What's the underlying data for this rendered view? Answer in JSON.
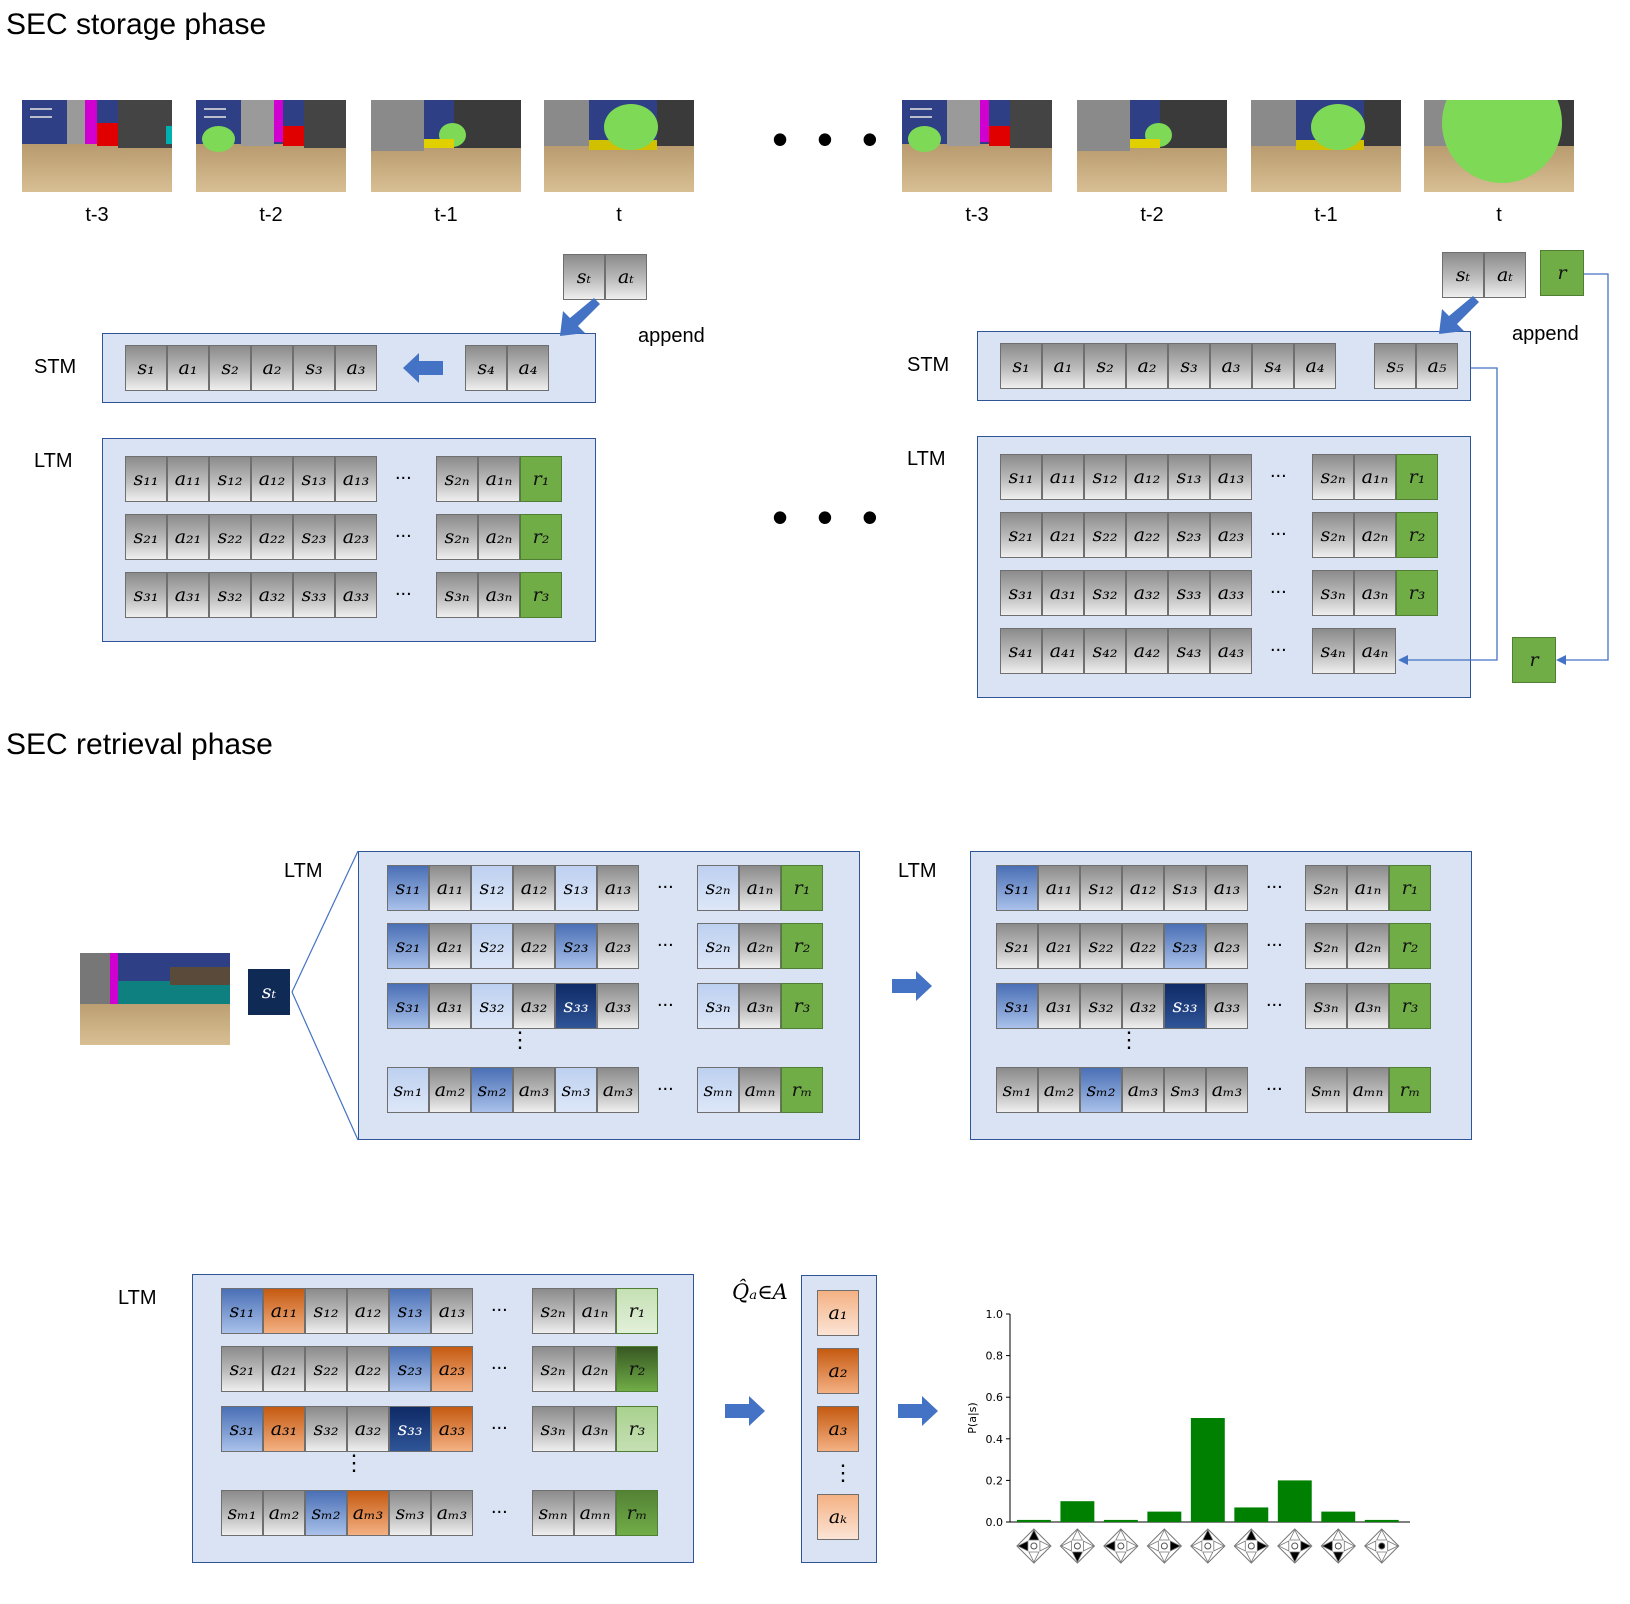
{
  "storage": {
    "title": "SEC storage phase",
    "frames_left": [
      "t-3",
      "t-2",
      "t-1",
      "t"
    ],
    "frames_right": [
      "t-3",
      "t-2",
      "t-1",
      "t"
    ],
    "ellipsis": "• • •",
    "append": "append",
    "stm": "STM",
    "ltm": "LTM",
    "r": "r",
    "st": "sₜ",
    "at": "aₜ",
    "stm_left": [
      "s₁",
      "a₁",
      "s₂",
      "a₂",
      "s₃",
      "a₃"
    ],
    "stm_left_new": [
      "s₄",
      "a₄"
    ],
    "stm_right": [
      "s₁",
      "a₁",
      "s₂",
      "a₂",
      "s₃",
      "a₃",
      "s₄",
      "a₄"
    ],
    "stm_right_new": [
      "s₅",
      "a₅"
    ],
    "ltm_rows": [
      [
        "s₁₁",
        "a₁₁",
        "s₁₂",
        "a₁₂",
        "s₁₃",
        "a₁₃",
        "s₂ₙ",
        "a₁ₙ",
        "r₁"
      ],
      [
        "s₂₁",
        "a₂₁",
        "s₂₂",
        "a₂₂",
        "s₂₃",
        "a₂₃",
        "s₂ₙ",
        "a₂ₙ",
        "r₂"
      ],
      [
        "s₃₁",
        "a₃₁",
        "s₃₂",
        "a₃₂",
        "s₃₃",
        "a₃₃",
        "s₃ₙ",
        "a₃ₙ",
        "r₃"
      ]
    ],
    "ltm_new_row": [
      "s₄₁",
      "a₄₁",
      "s₄₂",
      "a₄₂",
      "s₄₃",
      "a₄₃",
      "s₄ₙ",
      "a₄ₙ"
    ],
    "row_dots": "..."
  },
  "retrieval": {
    "title": "SEC retrieval phase",
    "ltm": "LTM",
    "st": "sₜ",
    "rows": [
      [
        "s₁₁",
        "a₁₁",
        "s₁₂",
        "a₁₂",
        "s₁₃",
        "a₁₃",
        "s₂ₙ",
        "a₁ₙ",
        "r₁"
      ],
      [
        "s₂₁",
        "a₂₁",
        "s₂₂",
        "a₂₂",
        "s₂₃",
        "a₂₃",
        "s₂ₙ",
        "a₂ₙ",
        "r₂"
      ],
      [
        "s₃₁",
        "a₃₁",
        "s₃₂",
        "a₃₂",
        "s₃₃",
        "a₃₃",
        "s₃ₙ",
        "a₃ₙ",
        "r₃"
      ],
      [
        "sₘ₁",
        "aₘ₂",
        "sₘ₂",
        "aₘ₃",
        "sₘ₃",
        "aₘ₃",
        "sₘₙ",
        "aₘₙ",
        "rₘ"
      ]
    ],
    "vdots": "⋮",
    "row_dots": "...",
    "q_label": "Q̂ₐ∈A",
    "q_items": [
      "a₁",
      "a₂",
      "a₃",
      "aₖ"
    ],
    "chart_data": {
      "type": "bar",
      "ylabel": "P(a|s)",
      "ylim": [
        0,
        1.0
      ],
      "yticks": [
        "0.0",
        "0.2",
        "0.4",
        "0.6",
        "0.8",
        "1.0"
      ],
      "categories": [
        "up-left",
        "down",
        "left",
        "right",
        "up",
        "up-right",
        "down-right",
        "down-left",
        "stay"
      ],
      "values": [
        0.01,
        0.1,
        0.01,
        0.05,
        0.5,
        0.07,
        0.2,
        0.05,
        0.01
      ],
      "bar_color": "#008000"
    }
  },
  "colors": {
    "box_fill": "#dae3f3",
    "box_border": "#2f5597",
    "reward": "#70ad47",
    "arrow": "#4472c4"
  }
}
